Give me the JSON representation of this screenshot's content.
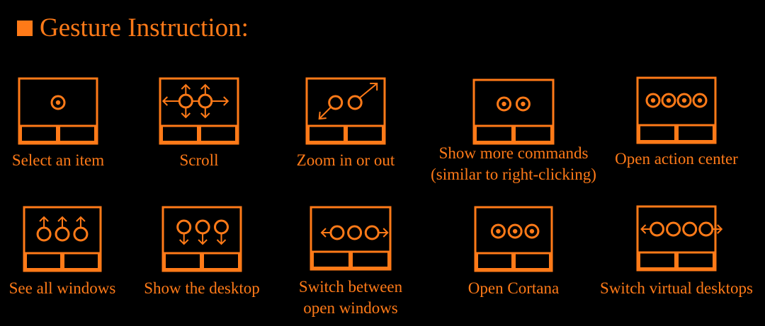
{
  "colors": {
    "accent": "#ff7a18",
    "background": "#000000"
  },
  "header": {
    "title": "Gesture Instruction:"
  },
  "gestures": [
    {
      "label": [
        "Select an item"
      ],
      "icon": "one-finger-tap-icon"
    },
    {
      "label": [
        "Scroll"
      ],
      "icon": "two-finger-scroll-icon"
    },
    {
      "label": [
        "Zoom in or out"
      ],
      "icon": "two-finger-zoom-icon"
    },
    {
      "label": [
        "Show more commands",
        "(similar to right-clicking)"
      ],
      "icon": "two-finger-tap-icon"
    },
    {
      "label": [
        "Open action center"
      ],
      "icon": "four-finger-tap-icon"
    },
    {
      "label": [
        "See all windows"
      ],
      "icon": "three-finger-swipe-up-icon"
    },
    {
      "label": [
        "Show the desktop"
      ],
      "icon": "three-finger-swipe-down-icon"
    },
    {
      "label": [
        "Switch between",
        "open windows"
      ],
      "icon": "three-finger-swipe-horizontal-icon"
    },
    {
      "label": [
        "Open Cortana"
      ],
      "icon": "three-finger-tap-icon"
    },
    {
      "label": [
        "Switch virtual desktops"
      ],
      "icon": "four-finger-swipe-horizontal-icon"
    }
  ]
}
